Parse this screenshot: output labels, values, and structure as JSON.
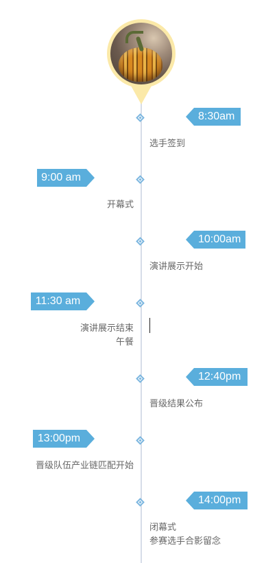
{
  "events": [
    {
      "time": "8:30am",
      "lines": [
        "选手签到"
      ]
    },
    {
      "time": "9:00 am",
      "lines": [
        "开幕式"
      ]
    },
    {
      "time": "10:00am",
      "lines": [
        "演讲展示开始"
      ]
    },
    {
      "time": "11:30 am",
      "lines": [
        "演讲展示结束",
        "午餐"
      ]
    },
    {
      "time": "12:40pm",
      "lines": [
        "晋级结果公布"
      ]
    },
    {
      "time": "13:00pm",
      "lines": [
        "晋级队伍产业链匹配开始"
      ]
    },
    {
      "time": "14:00pm",
      "lines": [
        "闭幕式",
        "参赛选手合影留念"
      ]
    }
  ],
  "colors": {
    "tag_background": "#5aaedc",
    "node_border": "#7bb6df",
    "line": "#d6dde8",
    "avatar_ring": "#fbe9a8",
    "description_text": "#666666"
  },
  "icons": {
    "avatar": "pumpkin-photo",
    "node": "diamond-marker"
  }
}
